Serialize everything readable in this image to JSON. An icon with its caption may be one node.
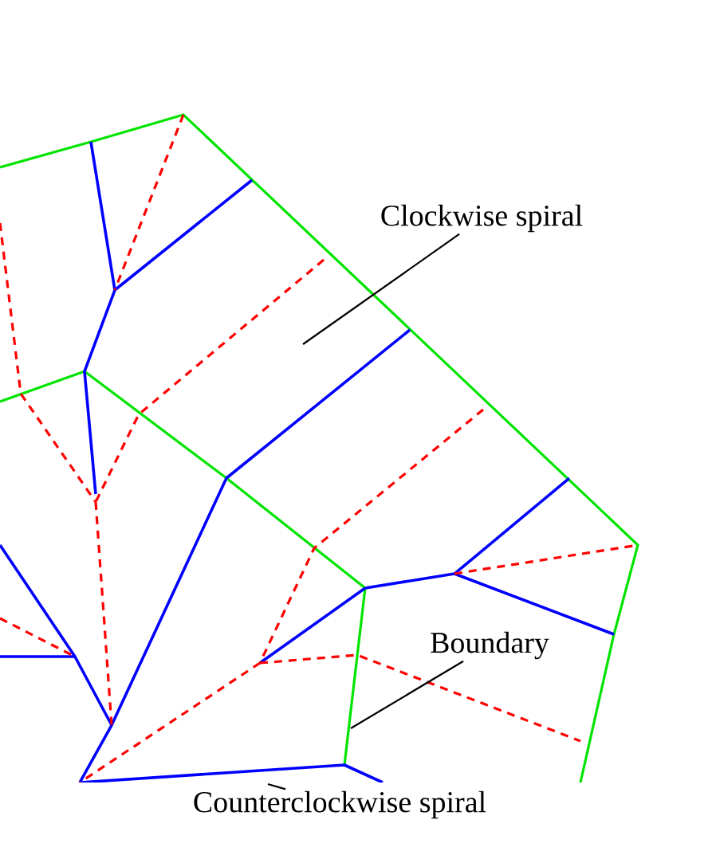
{
  "diagram": {
    "nodes": [
      {
        "text": [
          "Clockwise  spiral"
        ]
      },
      {
        "text": [
          "Boundary"
        ]
      },
      {
        "text": [
          "Counterclockwise  spiral"
        ]
      }
    ],
    "edges": [
      {
        "from": 0,
        "to": null,
        "arrow": "none"
      },
      {
        "from": 1,
        "to": null,
        "arrow": "none"
      },
      {
        "from": 2,
        "to": null,
        "arrow": "none"
      }
    ]
  }
}
